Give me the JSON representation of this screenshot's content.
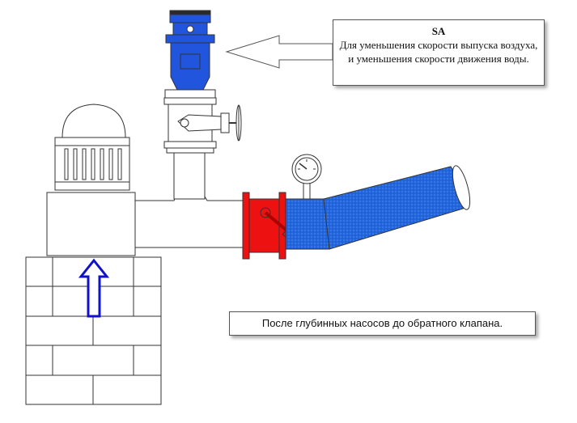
{
  "callout": {
    "title": "SA",
    "text": "Для уменьшения скорости выпуска воздуха, и уменьшения скорости движения воды."
  },
  "note": {
    "text": "После глубинных насосов до обратного клапана."
  },
  "colors": {
    "valve_body": "#2255dd",
    "check_valve": "#ee1111",
    "water_pipe": "#2266dd",
    "arrow": "#1111cc",
    "outline": "#333333"
  },
  "icons": [
    "air-valve-icon",
    "gate-valve-icon",
    "check-valve-icon",
    "pressure-gauge-icon",
    "motor-icon",
    "up-arrow-icon"
  ]
}
